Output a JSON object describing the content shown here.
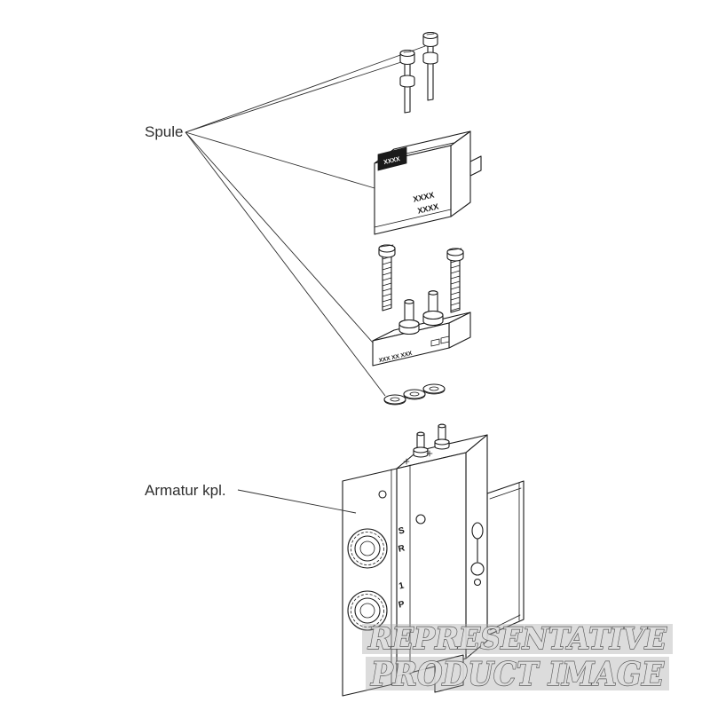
{
  "labels": {
    "spule": "Spule",
    "armatur": "Armatur kpl."
  },
  "coil_markings": {
    "connector": "XXXX",
    "line1": "XXXX",
    "line2": "XXXX"
  },
  "block_marking": "XXX XX XXX",
  "body_letters": [
    "S",
    "R",
    "1",
    "P"
  ],
  "watermark": {
    "line1": "REPRESENTATIVE",
    "line2": "PRODUCT IMAGE"
  },
  "colors": {
    "line": "#1a1a1a",
    "watermark_fill": "#dcdcdc",
    "watermark_stroke": "#4d4d4d",
    "watermark_band": "#a8a8a8"
  }
}
